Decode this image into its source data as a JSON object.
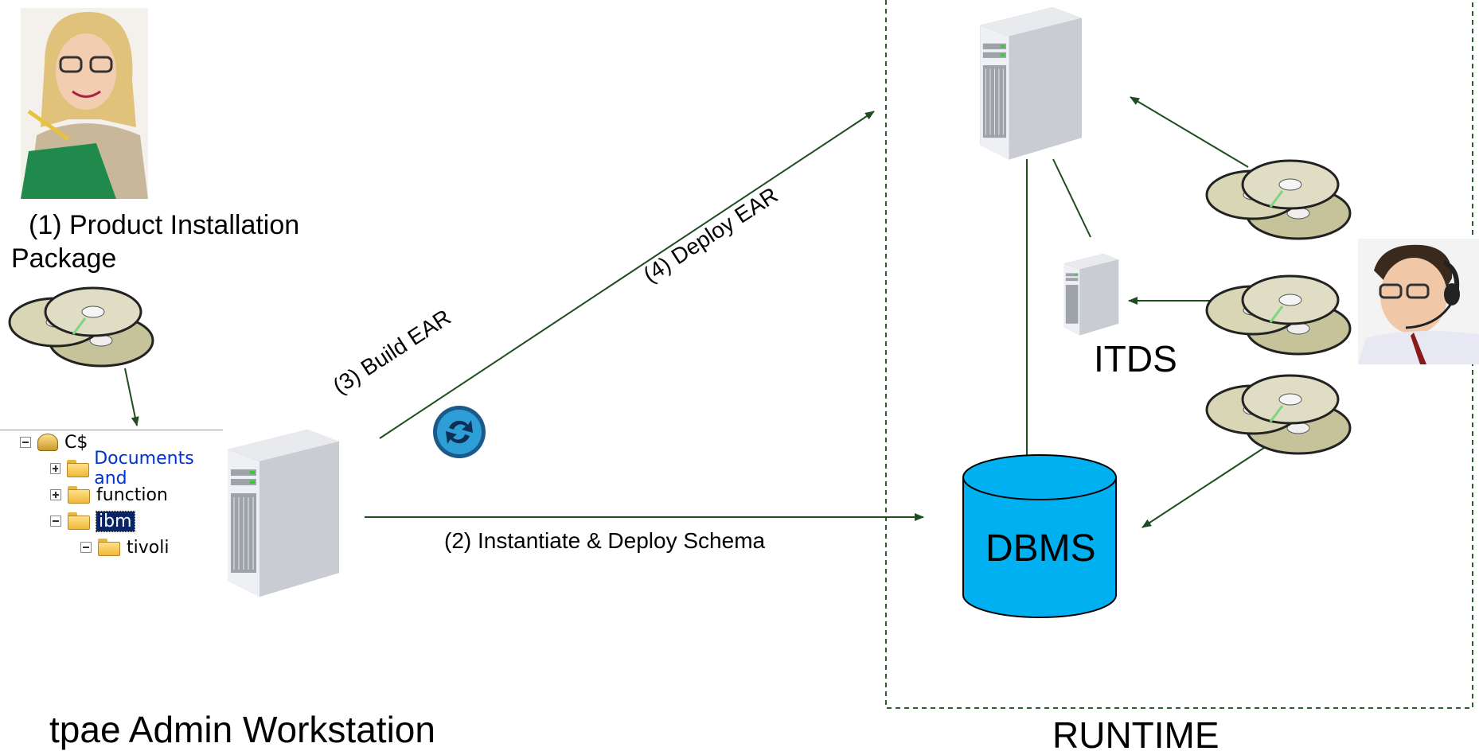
{
  "labels": {
    "product_installation": "(1) Product Installation",
    "package": "Package",
    "build_ear": "(3) Build EAR",
    "deploy_ear": "(4) Deploy EAR",
    "instantiate": "(2) Instantiate & Deploy Schema",
    "itds": "ITDS",
    "dbms": "DBMS",
    "workstation": "tpae Admin Workstation",
    "runtime": "RUNTIME"
  },
  "tree": {
    "root": "C$",
    "items": [
      "Documents and",
      "function",
      "ibm",
      "tivoli"
    ]
  },
  "colors": {
    "arrow": "#1f4d1f",
    "dbms_fill": "#00b0f0",
    "runtime_border": "#2f5f2f"
  },
  "icons": [
    "person-woman-icon",
    "cd-stack-icon",
    "server-icon",
    "refresh-icon",
    "database-icon",
    "person-headset-icon",
    "folder-icon",
    "drive-icon"
  ]
}
